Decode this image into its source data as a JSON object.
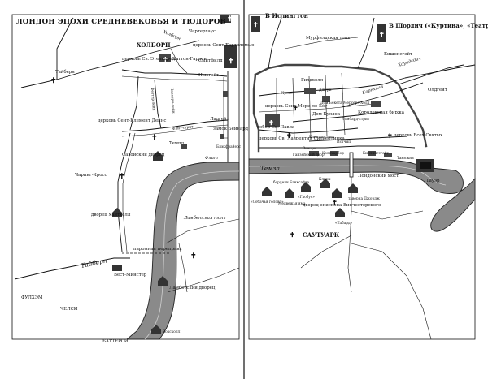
{
  "left_map": {
    "title": "ЛОНДОН ЭПОХИ СРЕДНЕВЕКОВЬЯ И ТЮДОРОВ",
    "labels": {
      "holborn_street": "Холборн",
      "charterhouse": "Чартерхаус",
      "bartholomew": "церковь Сент-Бартоломью",
      "holborn_district": "ХОЛБОРН",
      "st_etheldreda": "церковь Св. Этельдреды",
      "hatton_garden": "Хаттон-Гарден",
      "smithfield": "Смитфилд",
      "newgate": "Ньюгейт",
      "tyburn_top": "Тайберн",
      "fetter_lane": "Феттер-лейн",
      "chancery_lane": "Чансери-лейн",
      "st_clement": "церковь Сент-Клемент Дейнс",
      "fleet_street": "Флит-стрит",
      "ludgate": "Ладгейт",
      "baynard": "замок Бейнард",
      "temple": "Темпл",
      "blackfriars": "Блэкфрайерс",
      "savoy": "Савойский дворец",
      "fleet": "Флит",
      "charing_cross": "Чаринг-Кросс",
      "whitehall": "дворец Уайтхолл",
      "lambeth_marsh": "Ламбетская топь",
      "tyburn_river": "Тайберн",
      "ferry": "паромная переправа",
      "westminster": "Вест-Минстер",
      "lambeth_palace": "Ламбетский дворец",
      "fulham": "ФУЛХЭМ",
      "chelsea": "ЧЕЛСИ",
      "vauxhall": "Воксхолл",
      "battersea": "БАТТЕРСИ"
    }
  },
  "right_map": {
    "labels": {
      "to_islington": "В Ислингтон",
      "to_shoreditch": "В Шордич («Куртина», «Театр»)",
      "moorfields": "Мурфилдская топь",
      "bishopsgate": "Бишопсгейт",
      "guildhall": "Гилдхолл",
      "jewry": "Джури",
      "houndsditch": "Хаундсдич",
      "cornhill": "Корнхилл",
      "aldgate": "Олдгейт",
      "ch_pulteney": "Дом Бекета Мерсерс-Холл",
      "cross": "Кросс",
      "st_mary": "церковь Сент-Мэри-ле-Боу",
      "bucklersbury": "Дом Буллок",
      "exchange": "Королевская биржа",
      "st_paul": "собор Св. Павла",
      "st_lawrence": "церковь Св. Лаврентия Силверлинка",
      "cannon": "Каннон-стрит",
      "eastcheap": "Истчип",
      "lombard": "Ломбард-стрит",
      "all_hallows": "церковь Всех Святых",
      "vintry": "Винтри",
      "coldharbour": "Колдхарбор",
      "billingsgate": "Биллингсгейт",
      "customs": "Таможня",
      "hanseatic": "Ганзейский двор",
      "thames": "Темза",
      "london_bridge": "Лондонский мост",
      "tower": "Тауэр",
      "bankside": "бордели Бэнксайда",
      "clink": "Клинк",
      "bull": "«Собачья голова»",
      "bear": "Медвежья яма",
      "globe": "«Глобус»",
      "winchester": "дворец епископа Винчестерского",
      "george": "таверна Джордж",
      "tabard": "«Табард»",
      "southwark": "САУТУАРК"
    }
  }
}
